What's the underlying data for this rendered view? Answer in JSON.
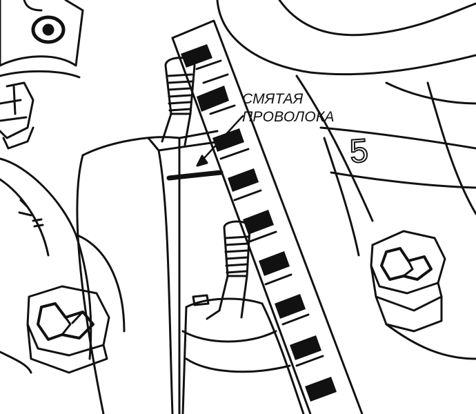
{
  "callout": {
    "line1": "СМЯТАЯ",
    "line2": "ПРОВОЛОКА"
  },
  "journal_number": "5",
  "colors": {
    "ink": "#111111",
    "paper": "#ffffff"
  }
}
